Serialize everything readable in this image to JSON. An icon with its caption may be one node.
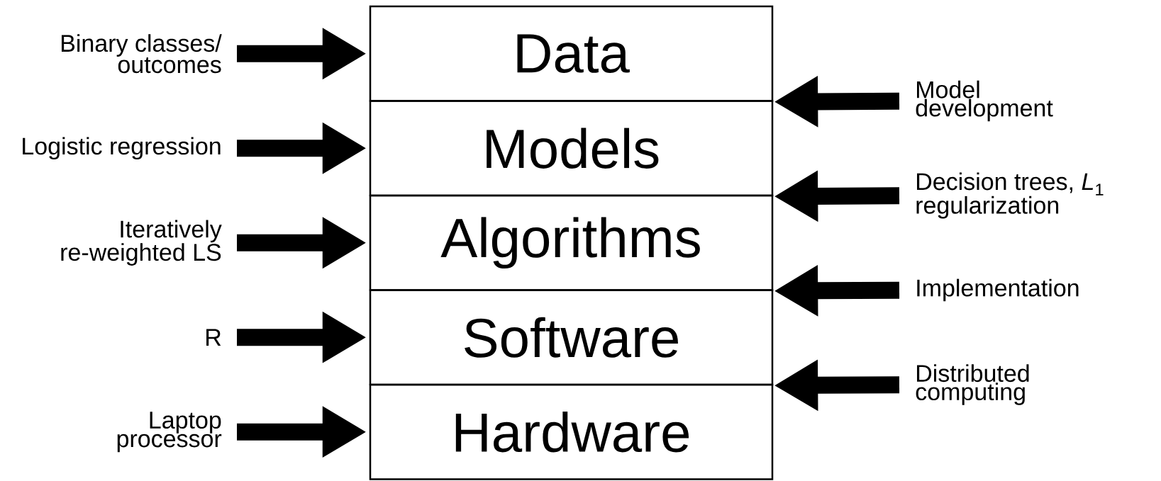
{
  "diagram": {
    "nodes": [
      {
        "text": [
          "Data"
        ]
      },
      {
        "text": [
          "Models"
        ]
      },
      {
        "text": [
          "Algorithms"
        ]
      },
      {
        "text": [
          "Software"
        ]
      },
      {
        "text": [
          "Hardware"
        ]
      },
      {
        "text": [
          "Binary classes/ outcomes"
        ]
      },
      {
        "text": [
          "Logistic regression"
        ]
      },
      {
        "text": [
          "Iteratively re-weighted LS"
        ]
      },
      {
        "text": [
          "R"
        ]
      },
      {
        "text": [
          "Laptop processor"
        ]
      },
      {
        "text": [
          "Model development"
        ]
      },
      {
        "text": [
          "Decision trees, *L*$_{1}$ regularization"
        ]
      },
      {
        "text": [
          "Implementation"
        ]
      },
      {
        "text": [
          "Distributed computing"
        ]
      }
    ],
    "edges": [
      {
        "from": 5,
        "to": 0,
        "arrow": "to"
      },
      {
        "from": 6,
        "to": 1,
        "arrow": "to"
      },
      {
        "from": 7,
        "to": 2,
        "arrow": "to"
      },
      {
        "from": 8,
        "to": 3,
        "arrow": "to"
      },
      {
        "from": 9,
        "to": 4,
        "arrow": "to"
      },
      {
        "from": 10,
        "to": 0,
        "arrow": "to"
      },
      {
        "from": 11,
        "to": 1,
        "arrow": "to"
      },
      {
        "from": 12,
        "to": 2,
        "arrow": "to"
      },
      {
        "from": 13,
        "to": 3,
        "arrow": "to"
      }
    ]
  }
}
